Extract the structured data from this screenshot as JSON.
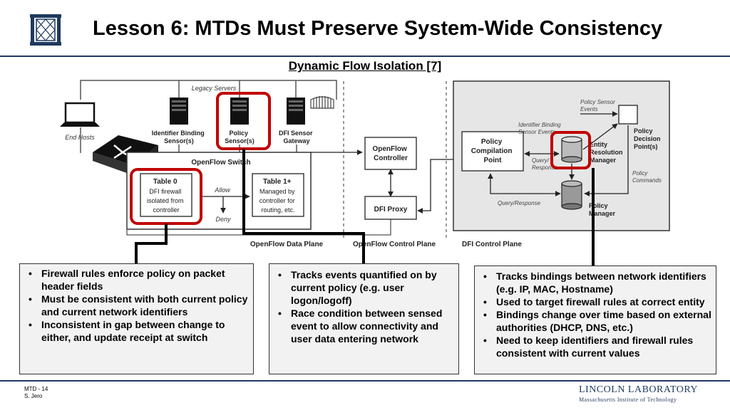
{
  "slide": {
    "title": "Lesson 6: MTDs Must Preserve System-Wide Consistency",
    "subtitle": "Dynamic Flow Isolation [7]",
    "slide_number": "MTD - 14",
    "author": "S. Jero",
    "org_name": "LINCOLN LABORATORY",
    "org_sub": "Massachusetts Institute of Technology"
  },
  "diagram": {
    "legacy_servers": "Legacy Servers",
    "end_hosts": "End Hosts",
    "identifier_binding_sensors": [
      "Identifier Binding",
      "Sensor(s)"
    ],
    "policy_sensors": [
      "Policy",
      "Sensor(s)"
    ],
    "dfi_sensor_gateway": [
      "DFI Sensor",
      "Gateway"
    ],
    "openflow_switch": "OpenFlow Switch",
    "table0_title": "Table 0",
    "table0_lines": [
      "DFI firewall",
      "isolated from",
      "controller"
    ],
    "table1_title": "Table 1+",
    "table1_lines": [
      "Managed by",
      "controller for",
      "routing, etc."
    ],
    "allow": "Allow",
    "deny": "Deny",
    "openflow_controller": [
      "OpenFlow",
      "Controller"
    ],
    "dfi_proxy": "DFI Proxy",
    "policy_compilation_point": [
      "Policy",
      "Compilation",
      "Point"
    ],
    "policy_sensor_events": [
      "Policy Sensor",
      "Events"
    ],
    "identifier_binding_sensor_events": [
      "Identifier Binding",
      "Sensor Events"
    ],
    "entity_resolution_manager": [
      "Entity",
      "Resolution",
      "Manager"
    ],
    "query_response_short": [
      "Query/",
      "Response"
    ],
    "query_response": "Query/Response",
    "policy_decision_point": [
      "Policy",
      "Decision",
      "Point(s)"
    ],
    "policy_commands": [
      "Policy",
      "Commands"
    ],
    "policy_manager": [
      "Policy",
      "Manager"
    ],
    "openflow_data_plane": "OpenFlow Data Plane",
    "openflow_control_plane": "OpenFlow Control Plane",
    "dfi_control_plane": "DFI Control Plane"
  },
  "callouts": {
    "left": [
      "Firewall rules enforce policy on packet header fields",
      " Must be consistent with both current policy and current network identifiers",
      "Inconsistent in gap between change to either, and update receipt at switch"
    ],
    "middle": [
      "Tracks events quantified on by current policy (e.g. user logon/logoff)",
      "Race condition between sensed event to allow connectivity and user data entering network"
    ],
    "right": [
      "Tracks bindings between network identifiers (e.g. IP, MAC, Hostname)",
      "Used to target firewall rules at correct entity",
      "Bindings change over time based on external authorities (DHCP, DNS, etc.)",
      "Need to keep identifiers and firewall rules consistent with current values"
    ]
  },
  "colors": {
    "highlight": "#c00000",
    "header_rule": "#1f3a5f"
  }
}
